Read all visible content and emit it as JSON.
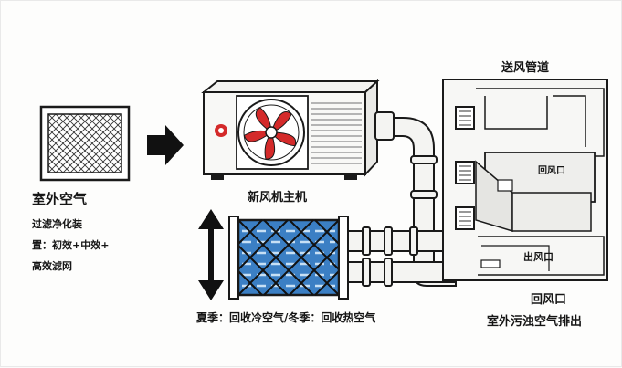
{
  "labels": {
    "outdoor_air": "室外空气",
    "filter_line1": "过滤净化装",
    "filter_line2": "置：初效+中效+",
    "filter_line3": "高效滤网",
    "main_unit": "新风机主机",
    "supply_duct": "送风管道",
    "return_vent_room": "回风口",
    "outlet_vent": "出风口",
    "return_vent": "回风口",
    "exhaust_note": "室外污浊空气排出",
    "season_note": "夏季：回收冷空气/冬季：回收热空气"
  },
  "icons": [
    "filter-icon",
    "arrow-right-icon",
    "fan-icon",
    "brand-logo-icon",
    "heat-exchanger-icon",
    "double-arrow-vertical-icon",
    "building-icon"
  ],
  "colors": {
    "fan_red": "#d42a2a",
    "exchanger_blue": "#3b7fc4",
    "line": "#1a1a1a",
    "duct_fill": "#f4f4f2"
  }
}
